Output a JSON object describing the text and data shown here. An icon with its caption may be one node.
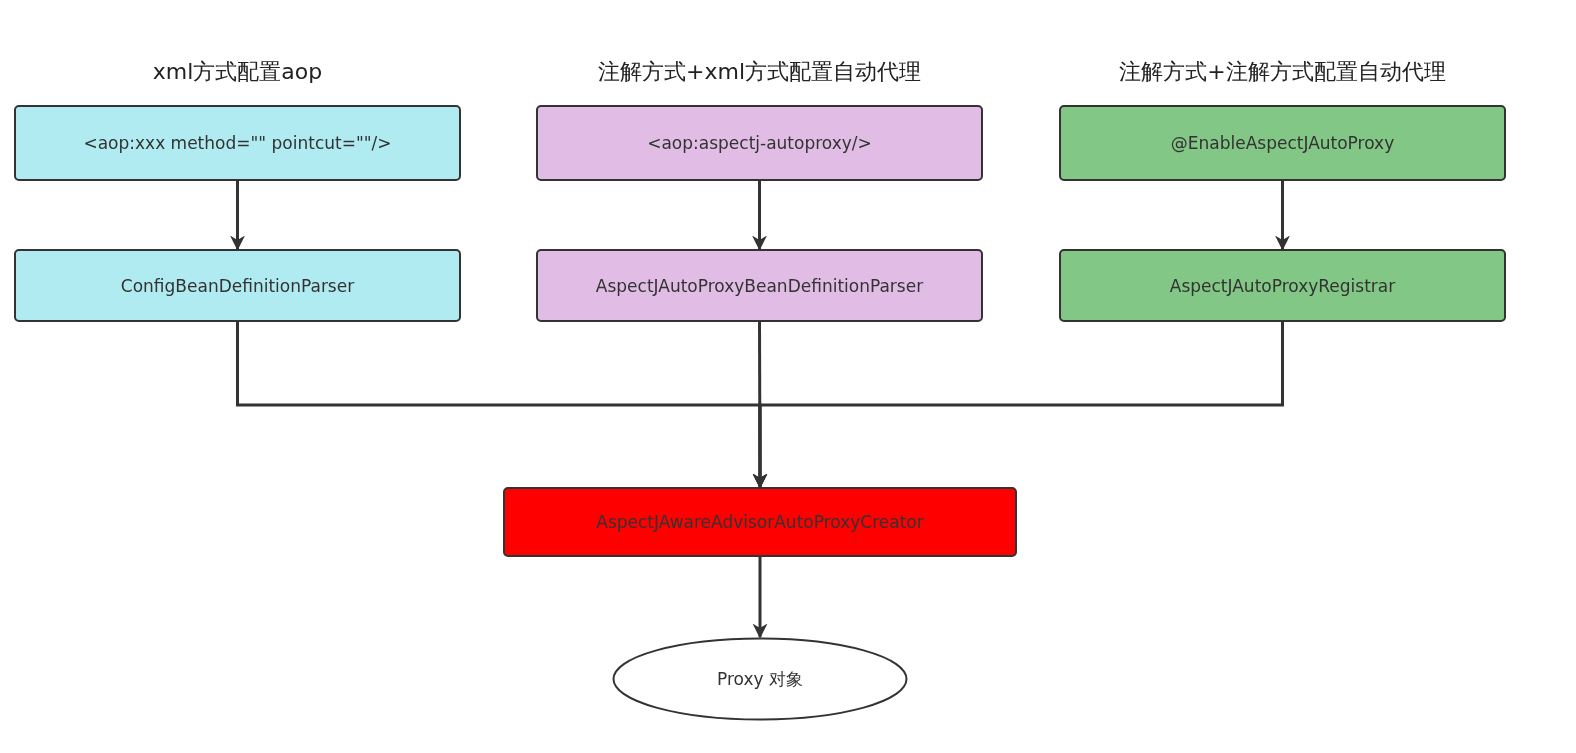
{
  "diagram": {
    "nodes": [
      {
        "text": [
          "xml方式配置aop",
          "<aop:xxx method=\"\" pointcut=\"\"/>"
        ]
      },
      {
        "text": [
          "注解方式+xml方式配置自动代理",
          "<aop:aspectj-autoproxy/>"
        ]
      },
      {
        "text": [
          "注解方式+注解方式配置自动代理",
          "@EnableAspectJAutoProxy"
        ]
      },
      {
        "text": [
          "ConfigBeanDefinitionParser"
        ]
      },
      {
        "text": [
          "AspectJAutoProxyBeanDefinitionParser"
        ]
      },
      {
        "text": [
          "AspectJAutoProxyRegistrar"
        ]
      },
      {
        "text": [
          "AspectJAwareAdvisorAutoProxyCreator"
        ]
      },
      {
        "text": [
          "Proxy 对象"
        ]
      }
    ],
    "edges": [
      {
        "from": 0,
        "to": 3,
        "arrow": "to"
      },
      {
        "from": 1,
        "to": 4,
        "arrow": "to"
      },
      {
        "from": 2,
        "to": 5,
        "arrow": "to"
      },
      {
        "from": 3,
        "to": 6,
        "arrow": "to"
      },
      {
        "from": 4,
        "to": 6,
        "arrow": "to"
      },
      {
        "from": 5,
        "to": 6,
        "arrow": "to"
      },
      {
        "from": 6,
        "to": 7,
        "arrow": "to"
      }
    ]
  }
}
